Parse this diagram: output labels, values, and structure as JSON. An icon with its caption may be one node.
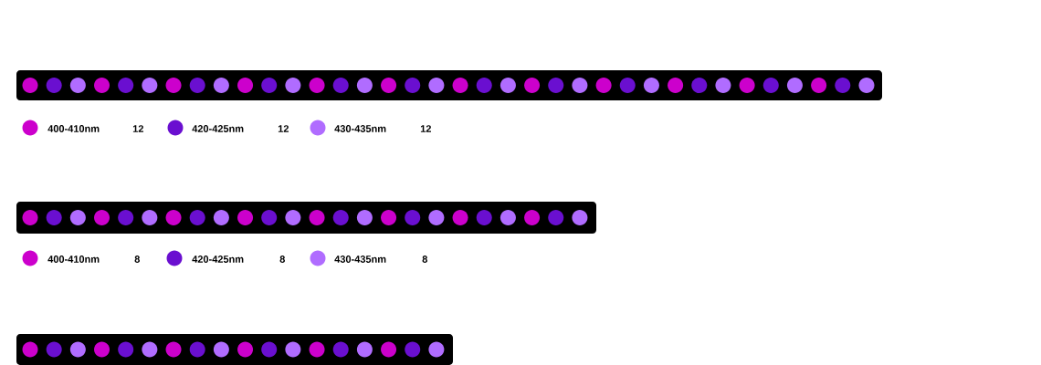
{
  "diagram": {
    "labels": [
      "12",
      "12",
      "12",
      "8",
      "8",
      "8"
    ],
    "legend": [
      {
        "text": "400-410nm",
        "color": "#cc00cc"
      },
      {
        "text": "420-425nm",
        "color": "#6a0fd0"
      },
      {
        "text": "430-435nm",
        "color": "#b06cff"
      },
      {
        "text": "400-410nm",
        "color": "#cc00cc"
      },
      {
        "text": "420-425nm",
        "color": "#6a0fd0"
      },
      {
        "text": "430-435nm",
        "color": "#b06cff"
      }
    ]
  }
}
